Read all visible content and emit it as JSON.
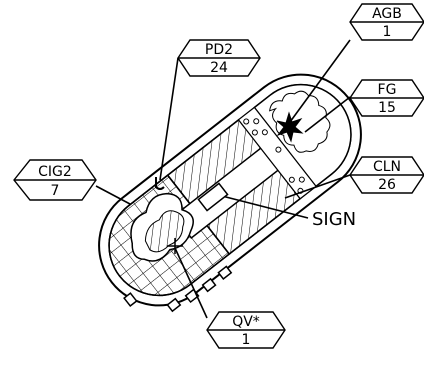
{
  "tags": [
    {
      "id": "pd2",
      "top": "PD2",
      "bottom": "24"
    },
    {
      "id": "agb",
      "top": "AGB",
      "bottom": "1"
    },
    {
      "id": "fg",
      "top": "FG",
      "bottom": "15"
    },
    {
      "id": "cln",
      "top": "CLN",
      "bottom": "26"
    },
    {
      "id": "cig2",
      "top": "CIG2",
      "bottom": "7"
    },
    {
      "id": "qv",
      "top": "QV*",
      "bottom": "1"
    }
  ],
  "sign_label": "SIGN"
}
